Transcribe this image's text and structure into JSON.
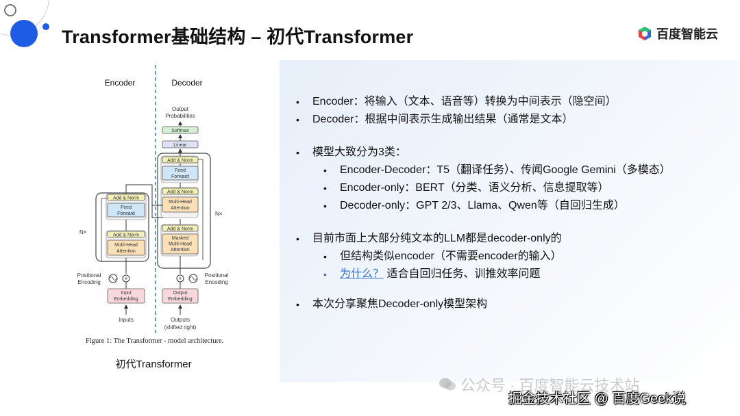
{
  "slide": {
    "title": "Transformer基础结构 – 初代Transformer",
    "brand": "百度智能云"
  },
  "figure": {
    "encoder_label": "Encoder",
    "decoder_label": "Decoder",
    "output_probabilities": "Output\nProbabilities",
    "softmax": "Softmax",
    "linear": "Linear",
    "add_norm": "Add & Norm",
    "feed_forward": "Feed\nForward",
    "multi_head_attention": "Multi-Head\nAttention",
    "masked_multi_head_attention": "Masked\nMulti-Head\nAttention",
    "nx": "N×",
    "positional_encoding": "Positional\nEncoding",
    "input_embedding": "Input\nEmbedding",
    "output_embedding": "Output\nEmbedding",
    "inputs": "Inputs",
    "outputs": "Outputs\n(shifted right)",
    "caption": "Figure 1: The Transformer - model architecture.",
    "subcaption": "初代Transformer"
  },
  "bullets": [
    {
      "level": 1,
      "text": "Encoder：将输入（文本、语音等）转换为中间表示（隐空间）"
    },
    {
      "level": 1,
      "text": "Decoder：根据中间表示生成输出结果（通常是文本）"
    },
    {
      "level": 1,
      "text": "模型大致分为3类："
    },
    {
      "level": 2,
      "text": "Encoder-Decoder：T5（翻译任务）、传闻Google Gemini（多模态）"
    },
    {
      "level": 2,
      "text": "Encoder-only：BERT（分类、语义分析、信息提取等）"
    },
    {
      "level": 2,
      "text": "Decoder-only：GPT 2/3、Llama、Qwen等（自回归生成）"
    },
    {
      "level": 1,
      "text": "目前市面上大部分纯文本的LLM都是decoder-only的"
    },
    {
      "level": 2,
      "text": "但结构类似encoder（不需要encoder的输入）"
    },
    {
      "level": 2,
      "link": "为什么？",
      "text": "适合自回归任务、训推效率问题"
    },
    {
      "level": 1,
      "text": "本次分享聚焦Decoder-only模型架构"
    }
  ],
  "watermark": {
    "top": "公众号 · 百度智能云技术站",
    "bottom": "掘金技术社区 @ 百度Geek说"
  },
  "colors": {
    "accent": "#1e5ce6",
    "add_norm": "#f4f1b8",
    "feed_forward": "#cfe6f8",
    "attention": "#fbe0b8",
    "embedding": "#f8d8dc",
    "softmax": "#d6efd4",
    "linear": "#dfe2f4"
  }
}
